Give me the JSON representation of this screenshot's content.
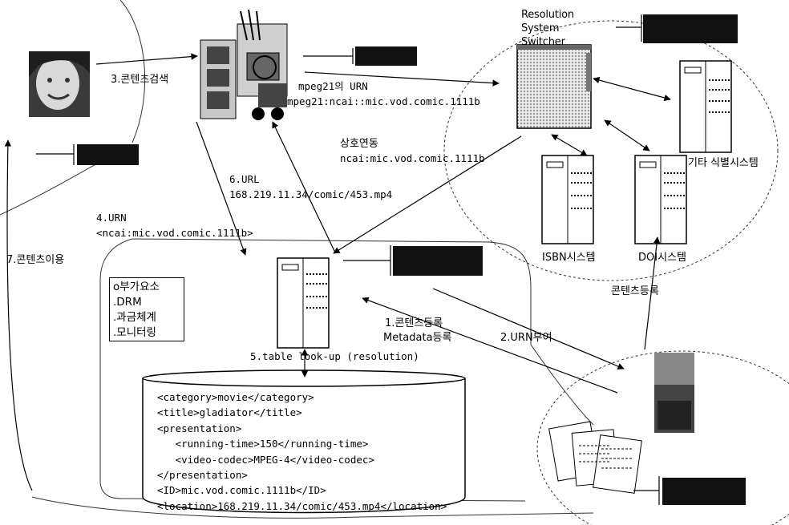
{
  "labels": {
    "resolution_switcher": [
      "Resolution",
      "System",
      "Switcher"
    ],
    "search": "3.콘텐츠검색",
    "urn_title": "mpeg21의 URN",
    "urn_value": "mpeg21:ncai::mic.vod.comic.1111b",
    "interop": "상호연동",
    "interop_value": "ncai:mic.vod.comic.1111b",
    "other_id_system": "기타 식별시스템",
    "url_title": "6.URL",
    "url_value": "168.219.11.34/comic/453.mp4",
    "urn_step": "4.URN",
    "urn_step_value": "<ncai:mic.vod.comic.1111b>",
    "use": "7.콘텐츠이용",
    "isbn": "ISBN시스템",
    "doi": "DOI시스템",
    "register_top": "콘텐츠등록",
    "register_step": "1.콘텐츠등록",
    "metadata_register": "Metadata등록",
    "urn_assign": "2.URN부여",
    "lookup": "5.table look-up (resolution)"
  },
  "addon_box": [
    "o부가요소",
    ".DRM",
    ".과금체계",
    ".모니터링"
  ],
  "metadata_lines": [
    "<category>movie</category>",
    "<title>gladiator</title>",
    "<presentation>",
    "   <running-time>150</running-time>",
    "   <video-codec>MPEG-4</video-codec>",
    "</presentation>",
    "<ID>mic.vod.comic.1111b</ID>",
    "<location>168.219.11.34/comic/453.mp4</location>"
  ]
}
